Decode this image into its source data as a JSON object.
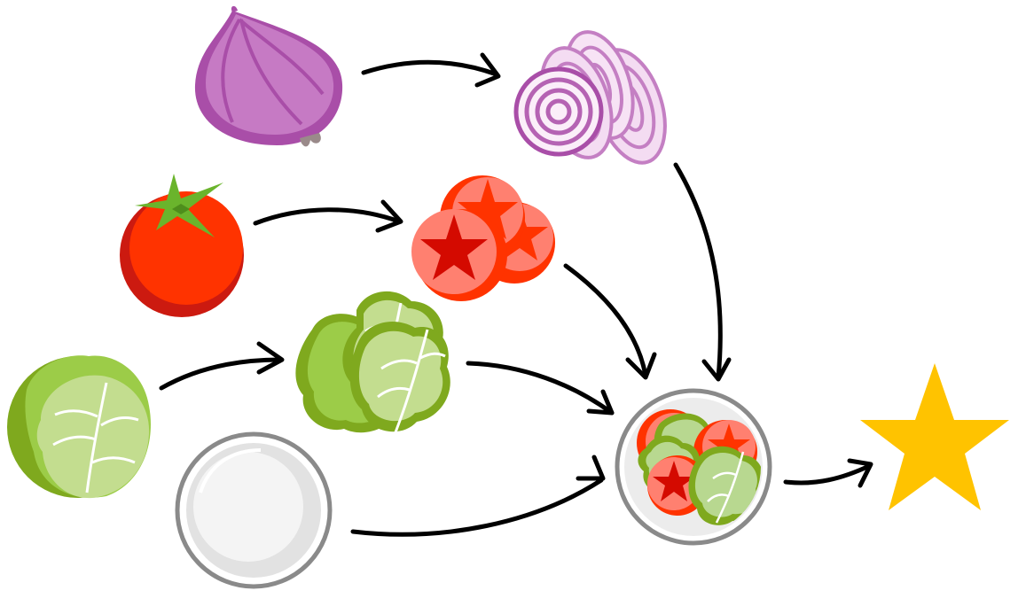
{
  "diagram": {
    "type": "recipe-flow",
    "background_color": "#ffffff",
    "nodes": [
      {
        "id": "onion",
        "icon": "onion-icon",
        "color": "#c67ac4"
      },
      {
        "id": "sliced-onion",
        "icon": "sliced-onion-icon",
        "color": "#c47fc3"
      },
      {
        "id": "tomato",
        "icon": "tomato-icon",
        "color": "#ff3300"
      },
      {
        "id": "sliced-tomato",
        "icon": "sliced-tomato-icon",
        "color": "#ff8070"
      },
      {
        "id": "lettuce",
        "icon": "lettuce-icon",
        "color": "#9ccc48"
      },
      {
        "id": "chopped-lettuce",
        "icon": "chopped-lettuce-icon",
        "color": "#b8d890"
      },
      {
        "id": "plate",
        "icon": "plate-icon",
        "color": "#8a8a8a"
      },
      {
        "id": "salad-bowl",
        "icon": "salad-icon",
        "color": "#8a8a8a"
      },
      {
        "id": "goal",
        "icon": "star-icon",
        "color": "#ffc300"
      }
    ],
    "edges": [
      {
        "from": "onion",
        "to": "sliced-onion"
      },
      {
        "from": "tomato",
        "to": "sliced-tomato"
      },
      {
        "from": "lettuce",
        "to": "chopped-lettuce"
      },
      {
        "from": "sliced-onion",
        "to": "salad-bowl"
      },
      {
        "from": "sliced-tomato",
        "to": "salad-bowl"
      },
      {
        "from": "chopped-lettuce",
        "to": "salad-bowl"
      },
      {
        "from": "plate",
        "to": "salad-bowl"
      },
      {
        "from": "salad-bowl",
        "to": "goal"
      }
    ],
    "arrow_color": "#000000"
  }
}
